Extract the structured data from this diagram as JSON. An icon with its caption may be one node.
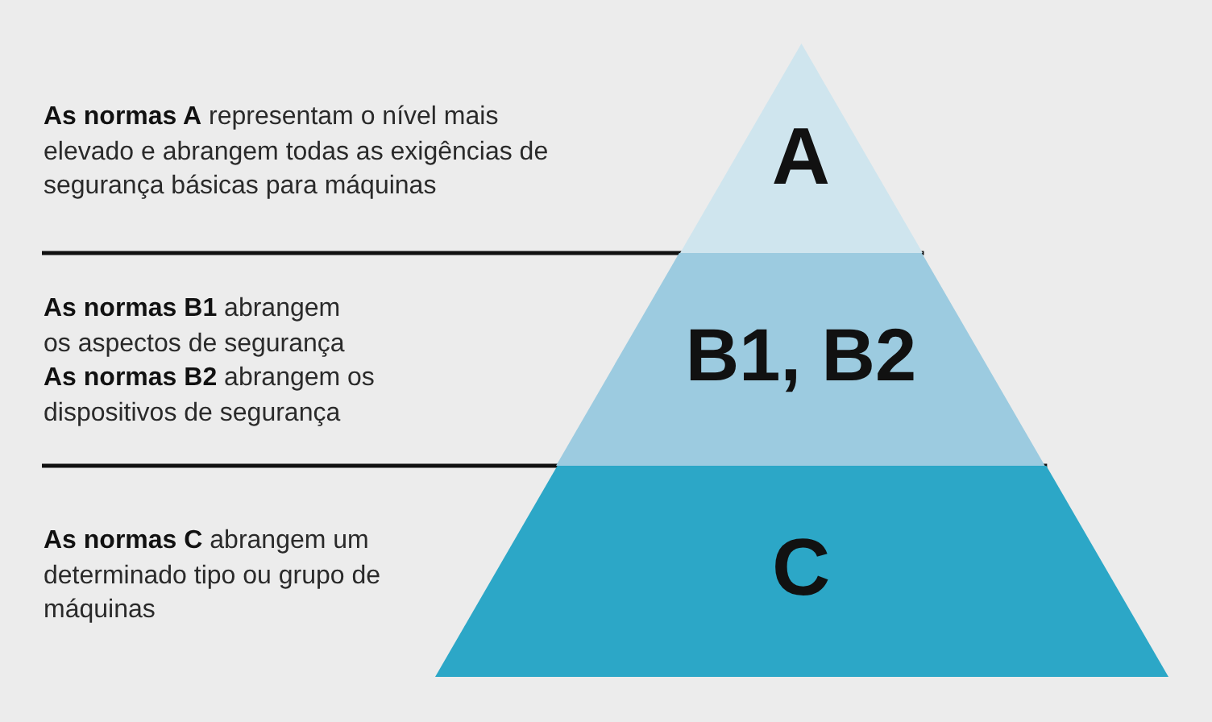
{
  "diagram": {
    "nodes": [
      {
        "text": [
          "A"
        ]
      },
      {
        "text": [
          "B1, B2"
        ]
      },
      {
        "text": [
          "C"
        ]
      }
    ],
    "labels": [
      "**As normas A** representam o nível mais elevado e abrangem todas as exigências de segurança básicas para máquinas",
      "**As normas B1** abrangem os aspectos de segurança",
      "**As normas B2** abrangem os dispositivos de segurança",
      "**As normas C** abrangem um determinado tipo ou grupo de máquinas"
    ]
  }
}
